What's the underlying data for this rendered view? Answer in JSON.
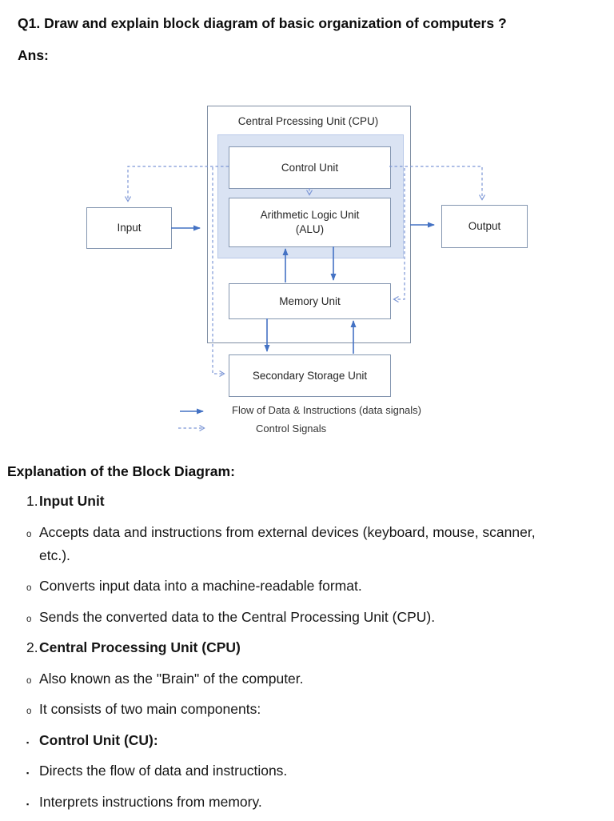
{
  "page": {
    "question": "Q1. Draw and explain block diagram of basic organization of computers ?",
    "answer_label": "Ans:"
  },
  "diagram": {
    "cpu_title": "Central Prcessing Unit (CPU)",
    "boxes": {
      "input": "Input",
      "output": "Output",
      "control_unit": "Control Unit",
      "alu_line1": "Arithmetic Logic Unit",
      "alu_line2": "(ALU)",
      "memory": "Memory Unit",
      "secondary_storage": "Secondary Storage Unit"
    },
    "legend": {
      "data_signals": "Flow of Data & Instructions (data signals)",
      "control_signals": "Control Signals"
    },
    "colors": {
      "solid_arrow": "#4472c4",
      "dashed_arrow": "#7d97d6",
      "box_border": "#8496b0",
      "shade_fill": "#dae3f3"
    }
  },
  "explanation": {
    "heading": "Explanation of the Block Diagram:",
    "items": [
      {
        "marker": "1.",
        "text": "Input Unit"
      },
      {
        "marker": "o",
        "text": "Accepts data and instructions from external devices (keyboard, mouse, scanner, etc.)."
      },
      {
        "marker": "o",
        "text": "Converts input data into a machine-readable format."
      },
      {
        "marker": "o",
        "text": "Sends the converted data to the Central Processing Unit (CPU)."
      },
      {
        "marker": "2.",
        "text": "Central Processing Unit (CPU)"
      },
      {
        "marker": "o",
        "text": "Also known as the \"Brain\" of the computer."
      },
      {
        "marker": "o",
        "text": "It consists of two main components:"
      },
      {
        "marker": "▪",
        "text": "Control Unit (CU):"
      },
      {
        "marker": "▪",
        "text": "Directs the flow of data and instructions."
      },
      {
        "marker": "▪",
        "text": "Interprets instructions from memory."
      }
    ]
  }
}
